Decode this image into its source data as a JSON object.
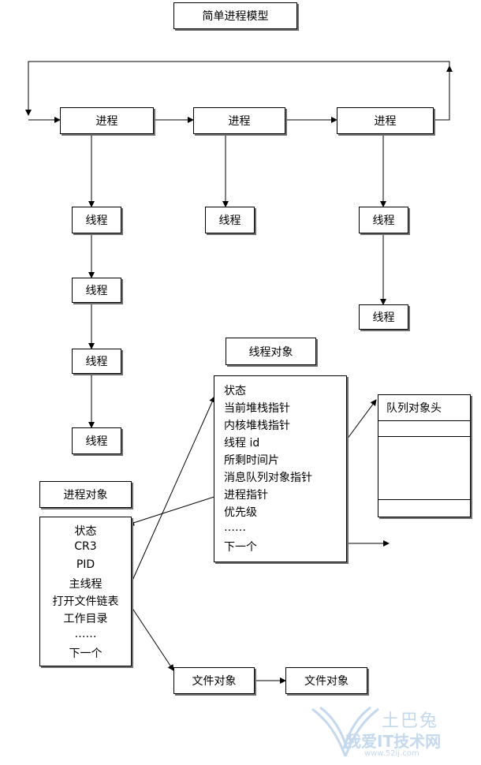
{
  "title": "简单进程模型",
  "processes": [
    "进程",
    "进程",
    "进程"
  ],
  "threads": {
    "column1": [
      "线程",
      "线程",
      "线程",
      "线程"
    ],
    "column2": [
      "线程"
    ],
    "column3": [
      "线程",
      "线程"
    ]
  },
  "thread_object": {
    "title": "线程对象",
    "fields": [
      "状态",
      "当前堆栈指针",
      "内核堆栈指针",
      "线程 id",
      "所剩时间片",
      "消息队列对象指针",
      "进程指针",
      "优先级",
      "……",
      "下一个"
    ]
  },
  "queue_object": {
    "title": "队列对象头"
  },
  "process_object": {
    "title": "进程对象",
    "fields": [
      "状态",
      "CR3",
      "PID",
      "主线程",
      "打开文件链表",
      "工作目录",
      "……",
      "下一个"
    ]
  },
  "file_objects": [
    "文件对象",
    "文件对象"
  ],
  "watermark": {
    "logo": "土巴兔",
    "site_name": "我爱IT技术网",
    "url": "www.52ij.com"
  },
  "colors": {
    "line": "#000000",
    "shadow": "#6e6e6e",
    "watermark": "#c4d8ee"
  }
}
